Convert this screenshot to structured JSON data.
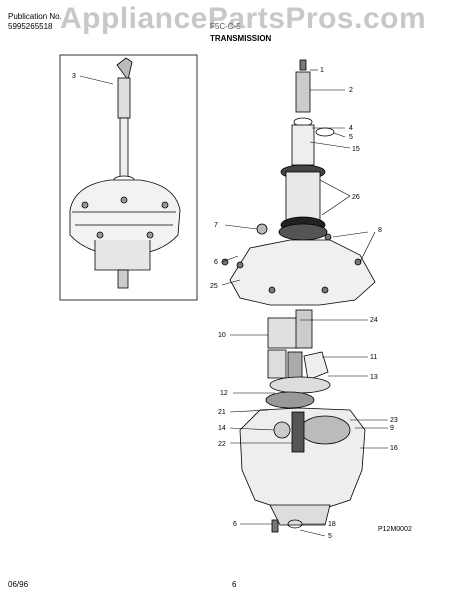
{
  "header": {
    "publication_label": "Publication No.",
    "publication_number": "5995265518",
    "watermark": "AppliancePartsPros.com",
    "model_fragment": "F5C-C-5",
    "section_title": "TRANSMISSION"
  },
  "inset": {
    "callout": "3"
  },
  "callouts": [
    "1",
    "2",
    "4",
    "5",
    "15",
    "26",
    "7",
    "8",
    "6",
    "25",
    "24",
    "10",
    "11",
    "13",
    "12",
    "21",
    "14",
    "22",
    "23",
    "9",
    "16",
    "6",
    "18",
    "5"
  ],
  "diagram_code": "P12M0002",
  "footer": {
    "date": "06/96",
    "page": "6"
  }
}
